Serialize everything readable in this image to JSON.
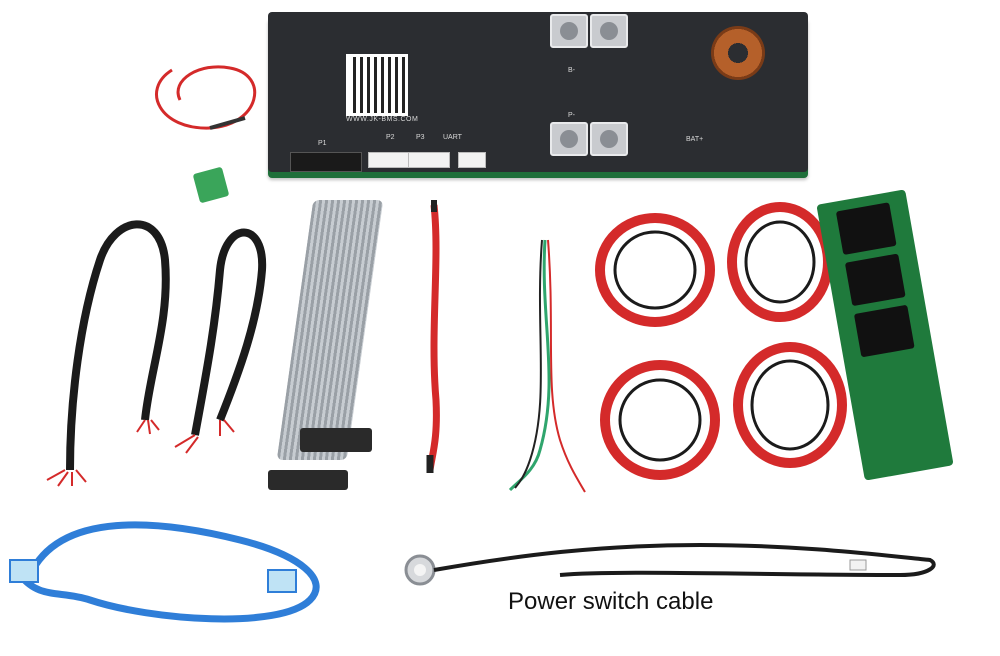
{
  "caption": "Power switch cable",
  "pcb": {
    "site": "WWW.JK-BMS.COM",
    "labels": {
      "p1": "P1",
      "p2": "P2",
      "p3": "P3",
      "uart": "UART",
      "bminus": "B-",
      "pminus": "P-",
      "bat": "BAT+"
    }
  },
  "colors": {
    "background": "#ffffff",
    "pcb": "#2b2d31",
    "wire_red": "#d42a2a",
    "wire_black": "#1b1b1b",
    "cable_blue": "#2f7ed8",
    "board_green": "#1f7a3c"
  },
  "icons": [
    "bms-board-icon",
    "red-wire-icon",
    "green-terminal-icon",
    "black-sleeved-wire-icon",
    "ribbon-cable-icon",
    "single-red-cable-icon",
    "sensor-wire-icon",
    "red-black-wire-coil-icon",
    "balance-board-icon",
    "ethernet-cable-icon",
    "power-switch-icon"
  ]
}
